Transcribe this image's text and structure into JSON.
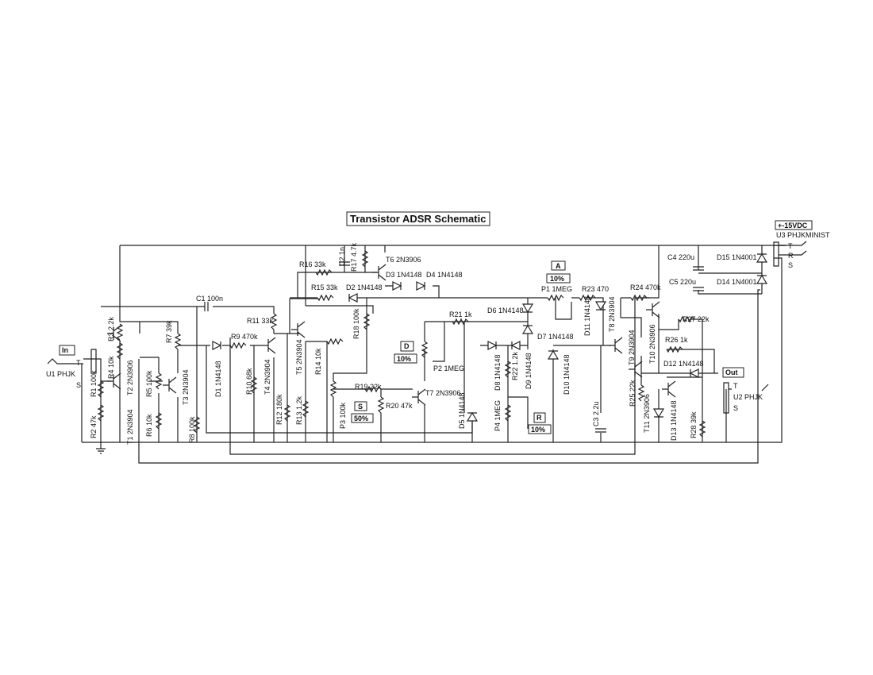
{
  "title": "Transistor ADSR Schematic",
  "boxes": {
    "in": "In",
    "out": "Out",
    "power": "+-15VDC",
    "a": "A",
    "a_val": "10%",
    "d": "D",
    "d_val": "10%",
    "s": "S",
    "s_val": "50%",
    "r": "R",
    "r_val": "10%"
  },
  "jacks": {
    "u1": "U1 PHJK",
    "u2": "U2 PHJK",
    "u3": "U3 PHJKMINIST",
    "t": "T",
    "r": "R",
    "s": "S"
  },
  "labels": {
    "R1": "R1 100k",
    "R2": "R2 47k",
    "R3": "R3 2.2k",
    "R4": "R4 10k",
    "R5": "R5 100k",
    "R6": "R6 10k",
    "R7": "R7 39k",
    "R8": "R8 100k",
    "R9": "R9 470k",
    "R10": "R10 68k",
    "R11": "R11 33k",
    "R12": "R12 180k",
    "R13": "R13 1.2k",
    "R14": "R14 10k",
    "R15": "R15 33k",
    "R16": "R16 33k",
    "R17": "R17 4.7k",
    "R18": "R18 100k",
    "R19": "R19 22k",
    "R20": "R20 47k",
    "R21": "R21 1k",
    "R22": "R22 1.2k",
    "R23": "R23 470",
    "R24": "R24 470k",
    "R25": "R25 22k",
    "R26": "R26 1k",
    "R27": "R27 22k",
    "R28": "R28 39k",
    "C1": "C1 100n",
    "C2": "C2 1n",
    "C3": "C3 2.2u",
    "C4": "C4 220u",
    "C5": "C5 220u",
    "P1": "P1 1MEG",
    "P2": "P2 1MEG",
    "P3": "P3 100k",
    "P4": "P4 1MEG",
    "T1": "T1 2N3904",
    "T2": "T2 2N3906",
    "T3": "T3 2N3904",
    "T4": "T4 2N3904",
    "T5": "T5 2N3904",
    "T6": "T6 2N3906",
    "T7": "T7 2N3906",
    "T8": "T8 2N3904",
    "T9": "T9 2N3904",
    "T10": "T10 2N3906",
    "T11": "T11 2N3906",
    "D1": "D1 1N4148",
    "D2": "D2 1N4148",
    "D3": "D3 1N4148",
    "D4": "D4 1N4148",
    "D5": "D5 1N4148",
    "D6": "D6 1N4148",
    "D7": "D7 1N4148",
    "D8": "D8 1N4148",
    "D9": "D9 1N4148",
    "D10": "D10 1N4148",
    "D11": "D11 1N4148",
    "D12": "D12 1N4148",
    "D13": "D13 1N4148",
    "D14": "D14 1N4001",
    "D15": "D15 1N4001"
  }
}
